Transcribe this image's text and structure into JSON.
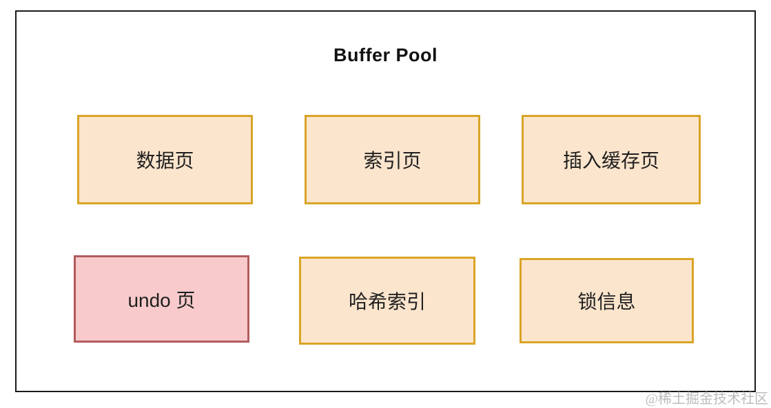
{
  "diagram": {
    "title": "Buffer Pool",
    "nodes": [
      {
        "id": "data-page",
        "label": "数据页",
        "variant": "orange"
      },
      {
        "id": "index-page",
        "label": "索引页",
        "variant": "orange"
      },
      {
        "id": "insert-buffer-page",
        "label": "插入缓存页",
        "variant": "orange"
      },
      {
        "id": "undo-page",
        "label": "undo 页",
        "variant": "pink"
      },
      {
        "id": "hash-index",
        "label": "哈希索引",
        "variant": "orange"
      },
      {
        "id": "lock-info",
        "label": "锁信息",
        "variant": "orange"
      }
    ],
    "palette": {
      "orange_fill": "#FCE5CD",
      "orange_border": "#D9A426",
      "pink_fill": "#F8CACB",
      "pink_border": "#B25B5E",
      "outer_border": "#1A1A1A",
      "text": "#1F1F1F",
      "watermark": "#BCBCBC"
    }
  },
  "watermark": {
    "text": "@稀土掘金技术社区"
  }
}
